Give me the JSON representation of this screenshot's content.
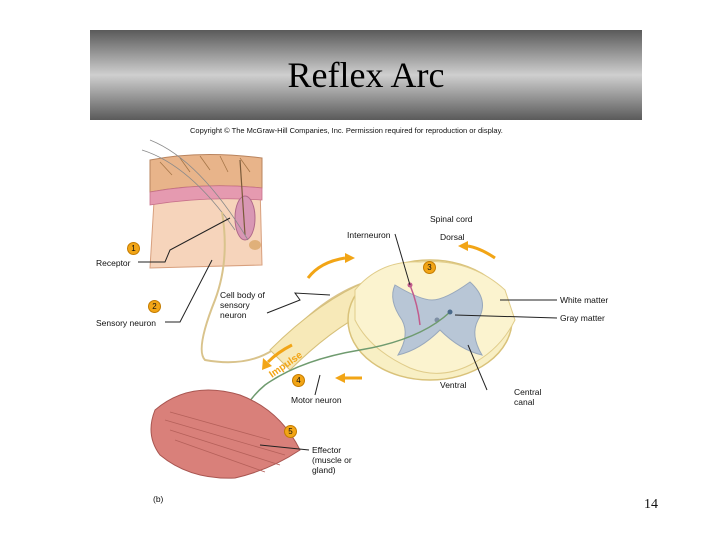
{
  "slide": {
    "title": "Reflex Arc",
    "copyright": "Copyright © The McGraw-Hill Companies, Inc. Permission required for reproduction or display.",
    "page_number": "14"
  },
  "labels": {
    "spinal_cord": "Spinal cord",
    "interneuron": "Interneuron",
    "dorsal": "Dorsal",
    "receptor": "Receptor",
    "sensory_neuron": "Sensory neuron",
    "cell_body": "Cell body of sensory neuron",
    "white_matter": "White matter",
    "gray_matter": "Gray matter",
    "ventral": "Ventral",
    "central_canal": "Central canal",
    "motor_neuron": "Motor neuron",
    "effector": "Effector (muscle or gland)",
    "panel": "(b)",
    "impulse": "Impulse"
  },
  "steps": [
    "1",
    "2",
    "3",
    "4",
    "5"
  ],
  "colors": {
    "skin": "#f3c9a8",
    "nerve": "#f5e6b0",
    "gray_matter": "#b8c6d6",
    "muscle": "#d9807a",
    "arrow": "#f2a516",
    "step_badge": "#f2a516"
  }
}
